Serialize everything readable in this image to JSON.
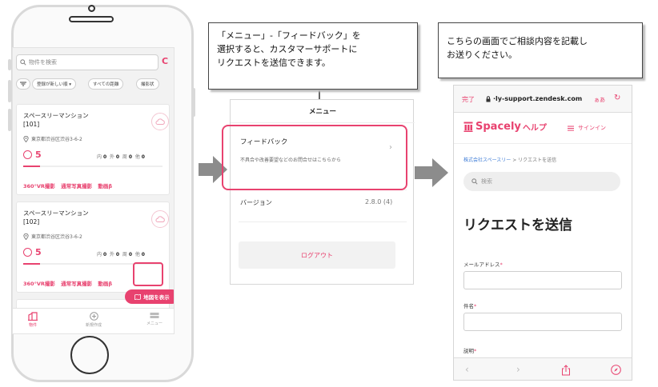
{
  "phone": {
    "search_placeholder": "物件を検索",
    "filters": [
      "登録が新しい順 ▾",
      "すべての距離",
      "撮影状"
    ],
    "properties": [
      {
        "name": "スペースリーマンション",
        "room": "[101]",
        "address": "東京都渋谷区渋谷3-6-2",
        "score": "5",
        "stats": [
          {
            "label": "内",
            "value": "0"
          },
          {
            "label": "外",
            "value": "0"
          },
          {
            "label": "周",
            "value": "0"
          },
          {
            "label": "他",
            "value": "0"
          }
        ],
        "tags": [
          "360°VR撮影",
          "通常写真撮影",
          "動画β"
        ]
      },
      {
        "name": "スペースリーマンション",
        "room": "[102]",
        "address": "東京都渋谷区渋谷3-6-2",
        "score": "5",
        "stats": [
          {
            "label": "内",
            "value": "0"
          },
          {
            "label": "外",
            "value": "0"
          },
          {
            "label": "周",
            "value": "0"
          },
          {
            "label": "他",
            "value": "0"
          }
        ],
        "tags": [
          "360°VR撮影",
          "通常写真撮影",
          "動画β"
        ]
      }
    ],
    "map_button": "地図を表示",
    "nav": [
      "物件",
      "新規作成",
      "メニュー"
    ]
  },
  "callout_left": {
    "lines": [
      "「メニュー」-「フィードバック」を",
      "選択すると、カスタマーサポートに",
      "リクエストを送信できます。"
    ]
  },
  "callout_right": {
    "lines": [
      "こちらの画面でご相談内容を記載し",
      "お送りください。"
    ]
  },
  "menu": {
    "title": "メニュー",
    "feedback_title": "フィードバック",
    "feedback_desc": "不具合や改善要望などのお問合せはこちらから",
    "version_label": "バージョン",
    "version_value": "2.8.0 (4)",
    "logout": "ログアウト"
  },
  "browser": {
    "done": "完了",
    "url": "·ly-support.zendesk.com",
    "aa": "ぁあ",
    "logo": "Spacely",
    "help": "ヘルプ",
    "signin": "サインイン",
    "breadcrumb_link": "株式会社スペースリー",
    "breadcrumb_sep": ">",
    "breadcrumb_current": "リクエストを送信",
    "search_placeholder": "検索",
    "heading": "リクエストを送信",
    "fields": [
      "メールアドレス",
      "件名",
      "説明"
    ],
    "required_mark": "*"
  },
  "colors": {
    "accent": "#e8426f",
    "link": "#3c7bd6",
    "arrow": "#8c8c8c"
  },
  "icons": [
    "search-icon",
    "refresh-icon",
    "filter-icon",
    "location-pin-icon",
    "sad-face-icon",
    "cloud-icon",
    "map-icon",
    "building-icon",
    "plus-circle-icon",
    "menu-icon",
    "lock-icon",
    "reload-icon",
    "logo-icon",
    "hamburger-icon",
    "back-icon",
    "forward-icon",
    "share-icon",
    "compass-icon"
  ]
}
